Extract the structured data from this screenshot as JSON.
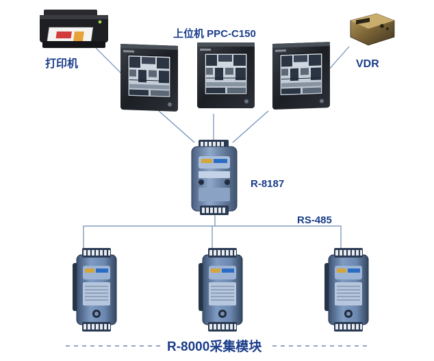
{
  "labels": {
    "printer": "打印机",
    "host_pc": "上位机 PPC-C150",
    "vdr": "VDR",
    "controller": "R-8187",
    "bus": "RS-485",
    "modules": "R-8000采集模块"
  },
  "icons": {
    "printer": "printer-icon",
    "panel_pc": "panel-pc-icon",
    "vdr": "vdr-recorder-icon",
    "controller": "din-rail-controller-icon",
    "module": "io-module-icon"
  },
  "colors": {
    "label": "#1a3c8a",
    "connector": "#6a8bb5",
    "dashed": "#4a6fa0",
    "device_body": "#6f8bb3",
    "device_dark": "#2d3f58",
    "terminal": "#e8ecf0"
  }
}
